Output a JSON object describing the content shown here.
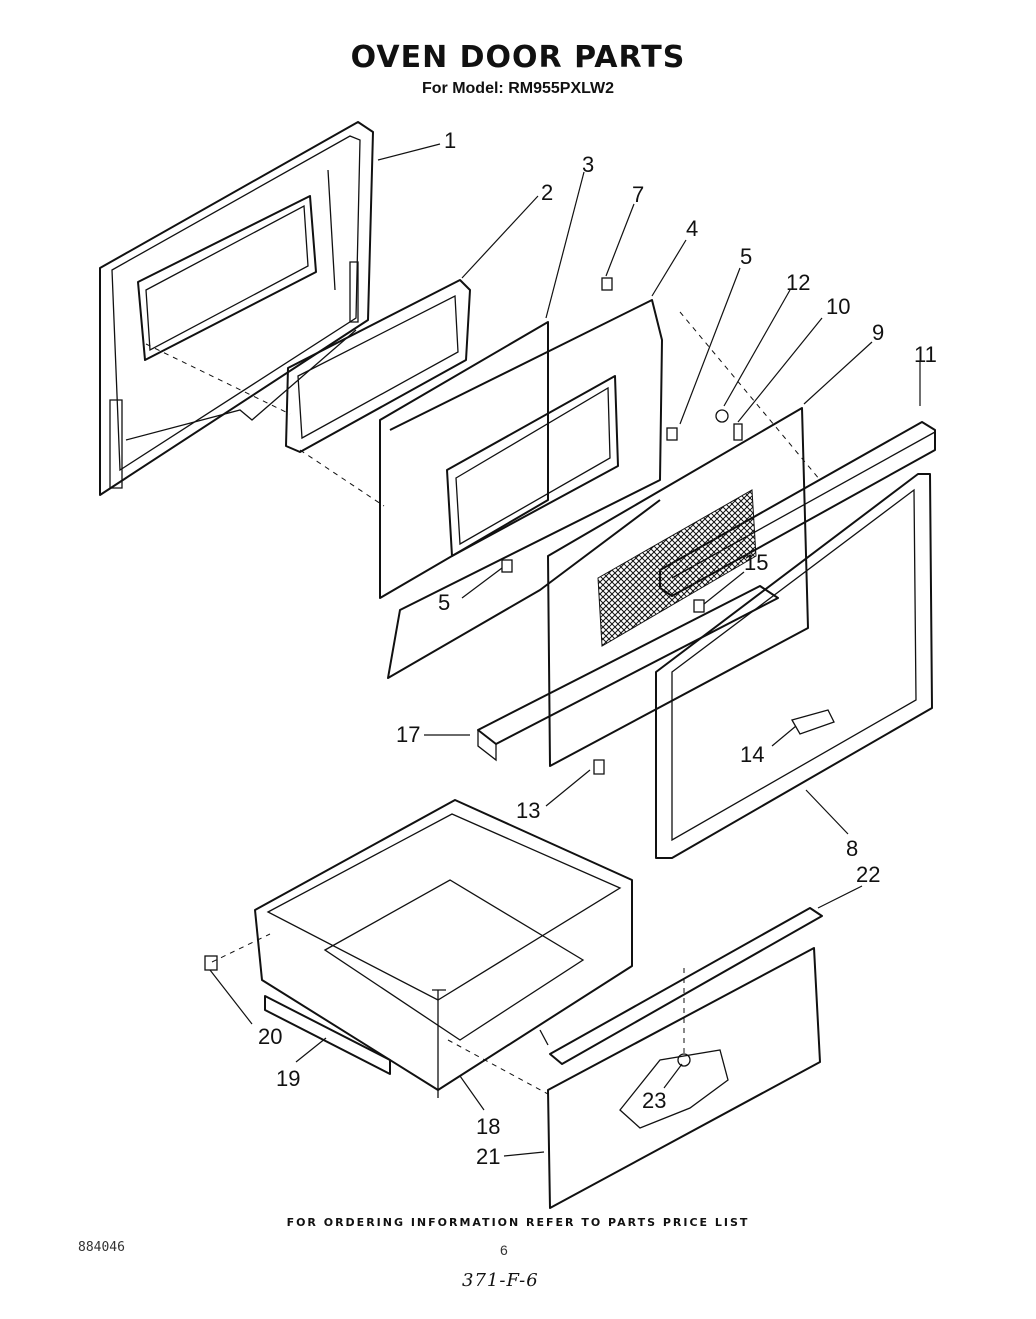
{
  "header": {
    "title": "OVEN DOOR PARTS",
    "subtitle": "For Model: RM955PXLW2"
  },
  "footer": {
    "ordering_note": "FOR ORDERING INFORMATION REFER TO PARTS PRICE LIST",
    "code": "884046",
    "page_number": "6",
    "handwritten_ref": "371-F-6"
  },
  "callouts": [
    "1",
    "2",
    "3",
    "7",
    "4",
    "5",
    "12",
    "10",
    "9",
    "11",
    "5",
    "15",
    "17",
    "14",
    "13",
    "8",
    "22",
    "20",
    "19",
    "23",
    "18",
    "21"
  ]
}
